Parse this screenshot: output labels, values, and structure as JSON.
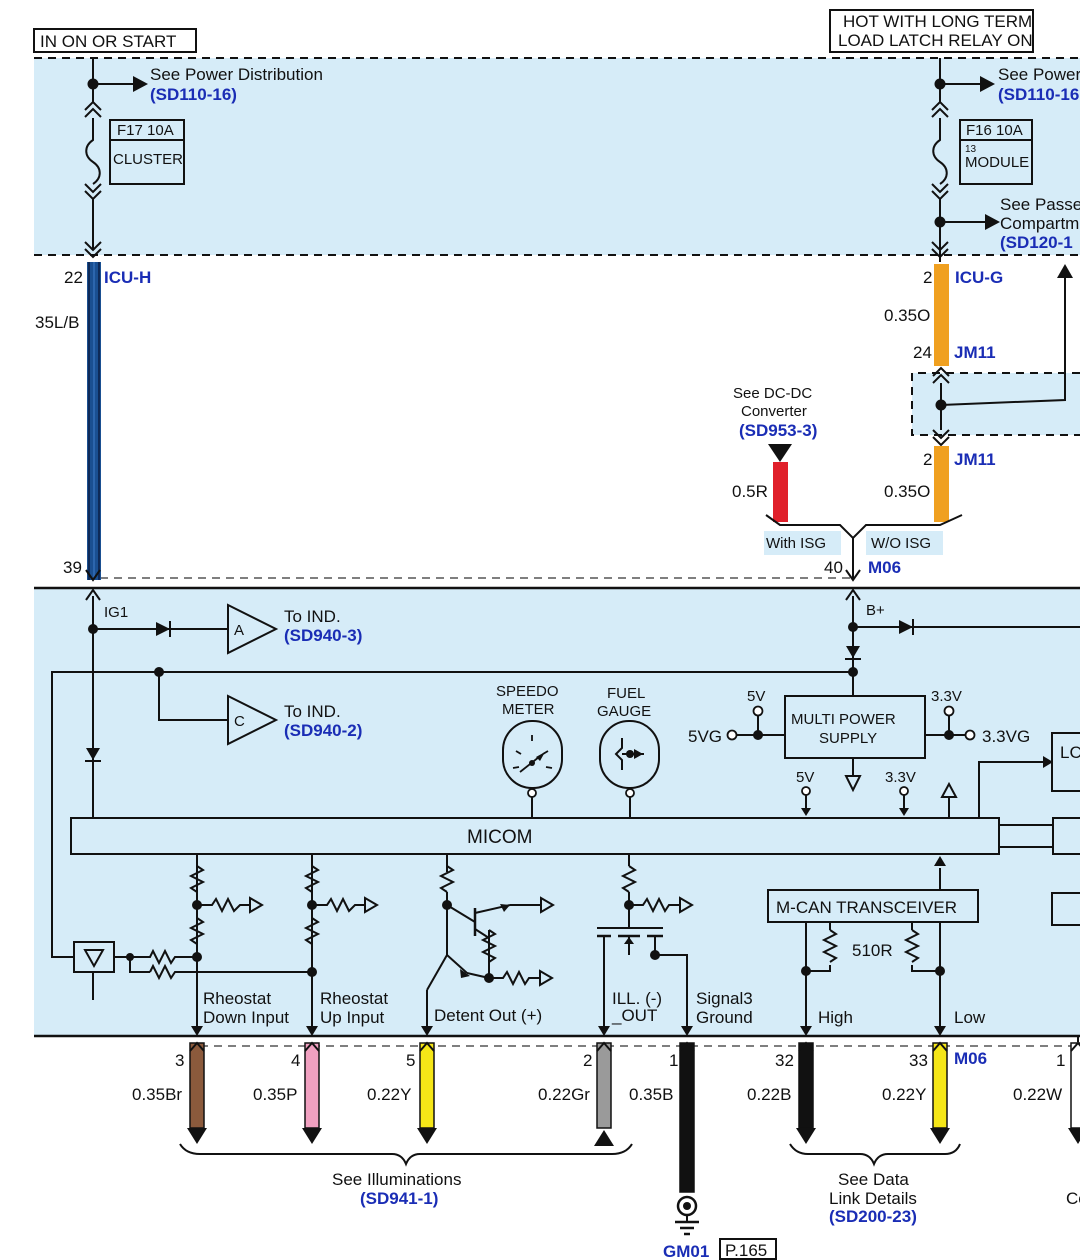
{
  "header": {
    "left_box": "IN ON OR START",
    "right_box_line1": "HOT WITH LONG TERM",
    "right_box_line2": "LOAD LATCH RELAY ON"
  },
  "power_distribution_left": {
    "text": "See Power Distribution",
    "ref": "(SD110-16)"
  },
  "power_distribution_right": {
    "text": "See Power",
    "ref": "(SD110-16"
  },
  "fuse_left": {
    "rating": "F17 10A",
    "name": "CLUSTER"
  },
  "fuse_right": {
    "rating": "F16 10A",
    "pin": "13",
    "name": "MODULE"
  },
  "passenger_compartment": {
    "line1": "See Passe",
    "line2": "Compartm",
    "ref": "(SD120-1"
  },
  "connectors": {
    "icu_h": {
      "pin": "22",
      "name": "ICU-H"
    },
    "icu_g": {
      "pin": "2",
      "name": "ICU-G"
    },
    "jm11_top": {
      "pin": "24",
      "name": "JM11"
    },
    "jm11_bottom": {
      "pin": "2",
      "name": "JM11"
    },
    "m06_top": {
      "pin_left": "39",
      "pin_right": "40",
      "name": "M06"
    },
    "m06_bottom": {
      "name": "M06"
    }
  },
  "wires": {
    "left_main": "35L/B",
    "icu_g_wire": "0.35O",
    "jm11_wire": "0.35O",
    "isg_wire": "0.5R"
  },
  "dcdc": {
    "line1": "See DC-DC",
    "line2": "Converter",
    "ref": "(SD953-3)"
  },
  "isg": {
    "with": "With ISG",
    "without": "W/O ISG"
  },
  "cluster_internal": {
    "ig1": "IG1",
    "bplus": "B+",
    "amp_a": {
      "label": "A",
      "text": "To IND.",
      "ref": "(SD940-3)"
    },
    "amp_c": {
      "label": "C",
      "text": "To IND.",
      "ref": "(SD940-2)"
    },
    "speedo": {
      "line1": "SPEEDO",
      "line2": "METER"
    },
    "fuel": {
      "line1": "FUEL",
      "line2": "GAUGE"
    },
    "mps": {
      "line1": "MULTI POWER",
      "line2": "SUPPLY"
    },
    "v5_top": "5V",
    "v33_top": "3.3V",
    "v5g": "5VG",
    "v33g": "3.3VG",
    "v5_bottom": "5V",
    "v33_bottom": "3.3V",
    "lc": "LC",
    "micom": "MICOM",
    "mcan": "M-CAN TRANSCEIVER",
    "r510": "510R"
  },
  "pins": [
    {
      "pin": "3",
      "wire": "0.35Br",
      "label1": "Rheostat",
      "label2": "Down Input",
      "color": "#8b5a3c"
    },
    {
      "pin": "4",
      "wire": "0.35P",
      "label1": "Rheostat",
      "label2": "Up Input",
      "color": "#f0a0c0"
    },
    {
      "pin": "5",
      "wire": "0.22Y",
      "label1": "",
      "label2": "Detent Out (+)",
      "color": "#f5e617"
    },
    {
      "pin": "2",
      "wire": "0.22Gr",
      "label1": "ILL. (-)",
      "label2": "_OUT",
      "color": "#9a9a9a"
    },
    {
      "pin": "1",
      "wire": "0.35B",
      "label1": "Signal3",
      "label2": "Ground",
      "color": "#111111"
    },
    {
      "pin": "32",
      "wire": "0.22B",
      "label1": "",
      "label2": "High",
      "color": "#111111"
    },
    {
      "pin": "33",
      "wire": "0.22Y",
      "label1": "",
      "label2": "Low",
      "color": "#f5e617"
    },
    {
      "pin": "1",
      "wire": "0.22W",
      "label1": "",
      "label2": "",
      "color": "#ffffff"
    }
  ],
  "bottom": {
    "illum_text": "See Illuminations",
    "illum_ref": "(SD941-1)",
    "datalink_line1": "See Data",
    "datalink_line2": "Link Details",
    "datalink_ref": "(SD200-23)",
    "ground": "GM01",
    "page": "P.165",
    "cut_text": "Co"
  },
  "colors": {
    "panel": "#d6ecf8",
    "blue_wire": "#1a4f91",
    "orange_wire": "#f0a020",
    "red_wire": "#e0202a",
    "ref_text": "#1a2db5"
  }
}
